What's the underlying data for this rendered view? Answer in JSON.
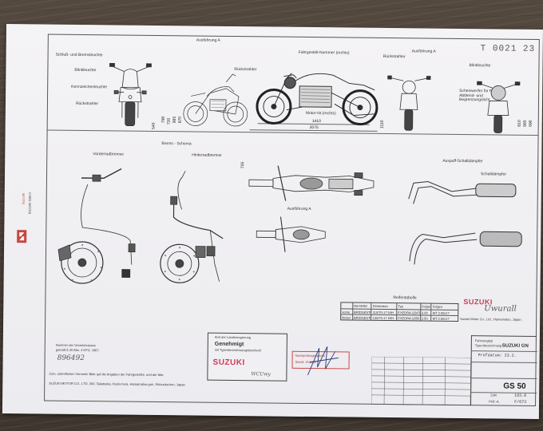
{
  "document": {
    "number": "T 0021 23",
    "vertical_logo": "SUZUKI",
    "vertical_model": "SUZUKI GS5 0",
    "footer_sig_number": "896492",
    "footer_note_line1": "Nummer der Verzeichnisses",
    "footer_note_line2": "gemäß § 30 Abs. 4 KFG. 1967."
  },
  "top_row": {
    "header_left": "Ausführung A",
    "header_mid": "Fahrgestell-Nummer (rechts)",
    "header_right": "Rückstrahler",
    "header_far_right": "Ausführung A",
    "labels_left": [
      "Schluß- und Bremsleuchte",
      "Blinkleuchte",
      "Kennzeichenleuchte",
      "Rückstrahler"
    ],
    "label_rueck1": "Rückstrahler",
    "label_engine": "Motor-Nr.(rechts)",
    "labels_right": [
      "Blinkleuchte",
      "Scheinwerfer für Fern-, Abblend- und Begrenzungslicht"
    ],
    "dim_left": [
      "540",
      "790",
      "720",
      "995",
      "870"
    ],
    "dim_right": [
      "1110",
      "810",
      "985",
      "690"
    ],
    "dim_wheelbase": "1410",
    "dim_length": "2075",
    "dim_width": "735"
  },
  "middle": {
    "brake_title": "Brems - Schema",
    "front_brake": "Vorderradbremse",
    "rear_brake": "Hinterradbremse",
    "variant_a": "Ausführung A",
    "exhaust_title": "Auspuff-Schalldämpfer",
    "exhaust_sub": "Schalldämpfer"
  },
  "tire_table": {
    "title": "Reifentabelle",
    "headers": [
      "",
      "Hersteller",
      "Dimension",
      "Typ",
      "Felgen-größe",
      "Felgen"
    ],
    "rows": [
      [
        "vorne",
        "BRIDGESTONE",
        "110/70-17 54H",
        "EXEDRA G547E",
        "3.00",
        "MT 3.00x17"
      ],
      [
        "hinten",
        "BRIDGESTONE",
        "130/70-17 62H",
        "EXEDRA G556",
        "3.50",
        "MT 3.50x17"
      ]
    ]
  },
  "stamps": {
    "genehmigt": "Genehmigt",
    "genehmigt_sub": "mit Typenbezeichnungsbescheid",
    "genehmigt_head": "Amt der Landesregierung",
    "suzuki_word": "SUZUKI",
    "sign_left": "WCUwy",
    "red_box_line1": "Nachprüfungsbericht",
    "red_box_line2": "Stand: 15.3.93",
    "suzuki_right": "SUZUKI",
    "suzuki_right_caption": "Suzuki Motor Co., Ltd., Hamamatsu, Japan.",
    "sign_right": "Uwurall"
  },
  "title_block": {
    "line1": "Fahrzeugtyp",
    "line2": "Typenbezeichnung",
    "brand": "SUZUKI GN",
    "pruefdatum": "Prüfdatum: 23.2.",
    "model": "GS 50",
    "zahl_label": "Zahl",
    "zahl_value": "193.0",
    "pruef_label": "Prüf.-A.",
    "pruef_value": "F/673"
  },
  "footer": {
    "line1": "Zum, ordentlichen Vermerk! Bitte auf die Angaben der Fahrgestellnr. und der Mot.",
    "line2": "SUZUKI MOTOR CO., LTD. 300, Takatsuka, Kami-mura, Hamamatsu-gun, Shizuoka-ken, Japan"
  }
}
